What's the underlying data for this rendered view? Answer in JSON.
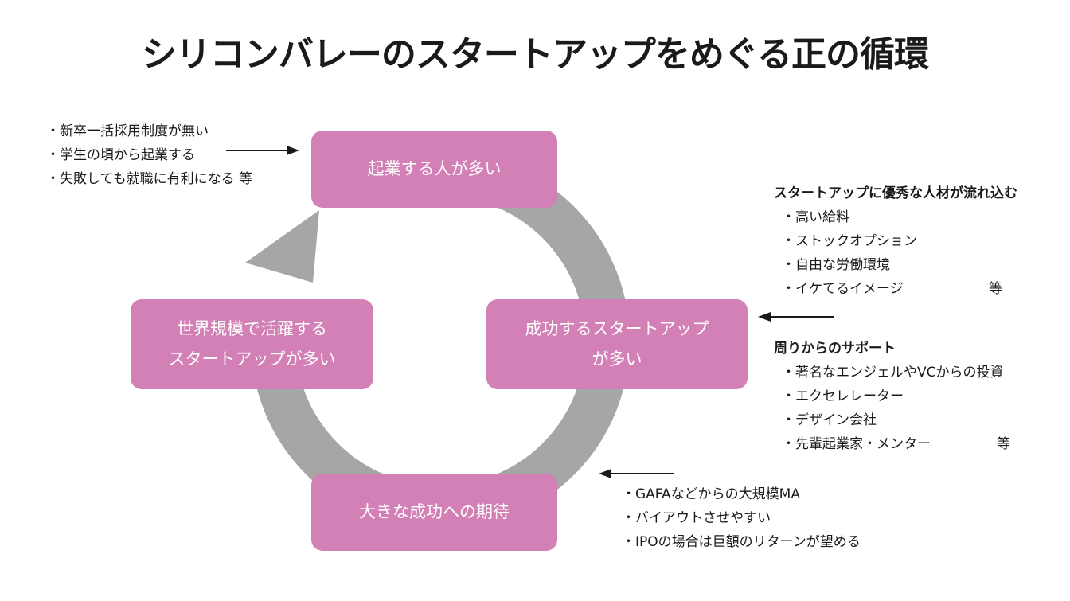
{
  "title": "シリコンバレーのスタートアップをめぐる正の循環",
  "colors": {
    "box_fill": "#d280b6",
    "ring": "#a6a6a6",
    "text": "#1a1a1a",
    "box_text": "#ffffff",
    "arrow": "#1a1a1a"
  },
  "cycle": {
    "top": [
      "起業する人が多い"
    ],
    "right": [
      "成功するスタートアップ",
      "が多い"
    ],
    "bottom": [
      "大きな成功への期待"
    ],
    "left": [
      "世界規模で活躍する",
      "スタートアップが多い"
    ]
  },
  "notes": {
    "founders": {
      "items": [
        "・新卒一括採用制度が無い",
        "・学生の頃から起業する",
        "・失敗しても就職に有利になる 等"
      ]
    },
    "talent": {
      "heading": "スタートアップに優秀な人材が流れ込む",
      "items": [
        "・高い給料",
        "・ストックオプション",
        "・自由な労働環境",
        "・イケてるイメージ"
      ],
      "suffix": "等"
    },
    "support": {
      "heading": "周りからのサポート",
      "items": [
        "・著名なエンジェルやVCからの投資",
        "・エクセレレーター",
        "・デザイン会社",
        "・先輩起業家・メンター"
      ],
      "suffix": "等"
    },
    "exit": {
      "items": [
        "・GAFAなどからの大規模MA",
        "・バイアウトさせやすい",
        "・IPOの場合は巨額のリターンが望める"
      ]
    }
  }
}
